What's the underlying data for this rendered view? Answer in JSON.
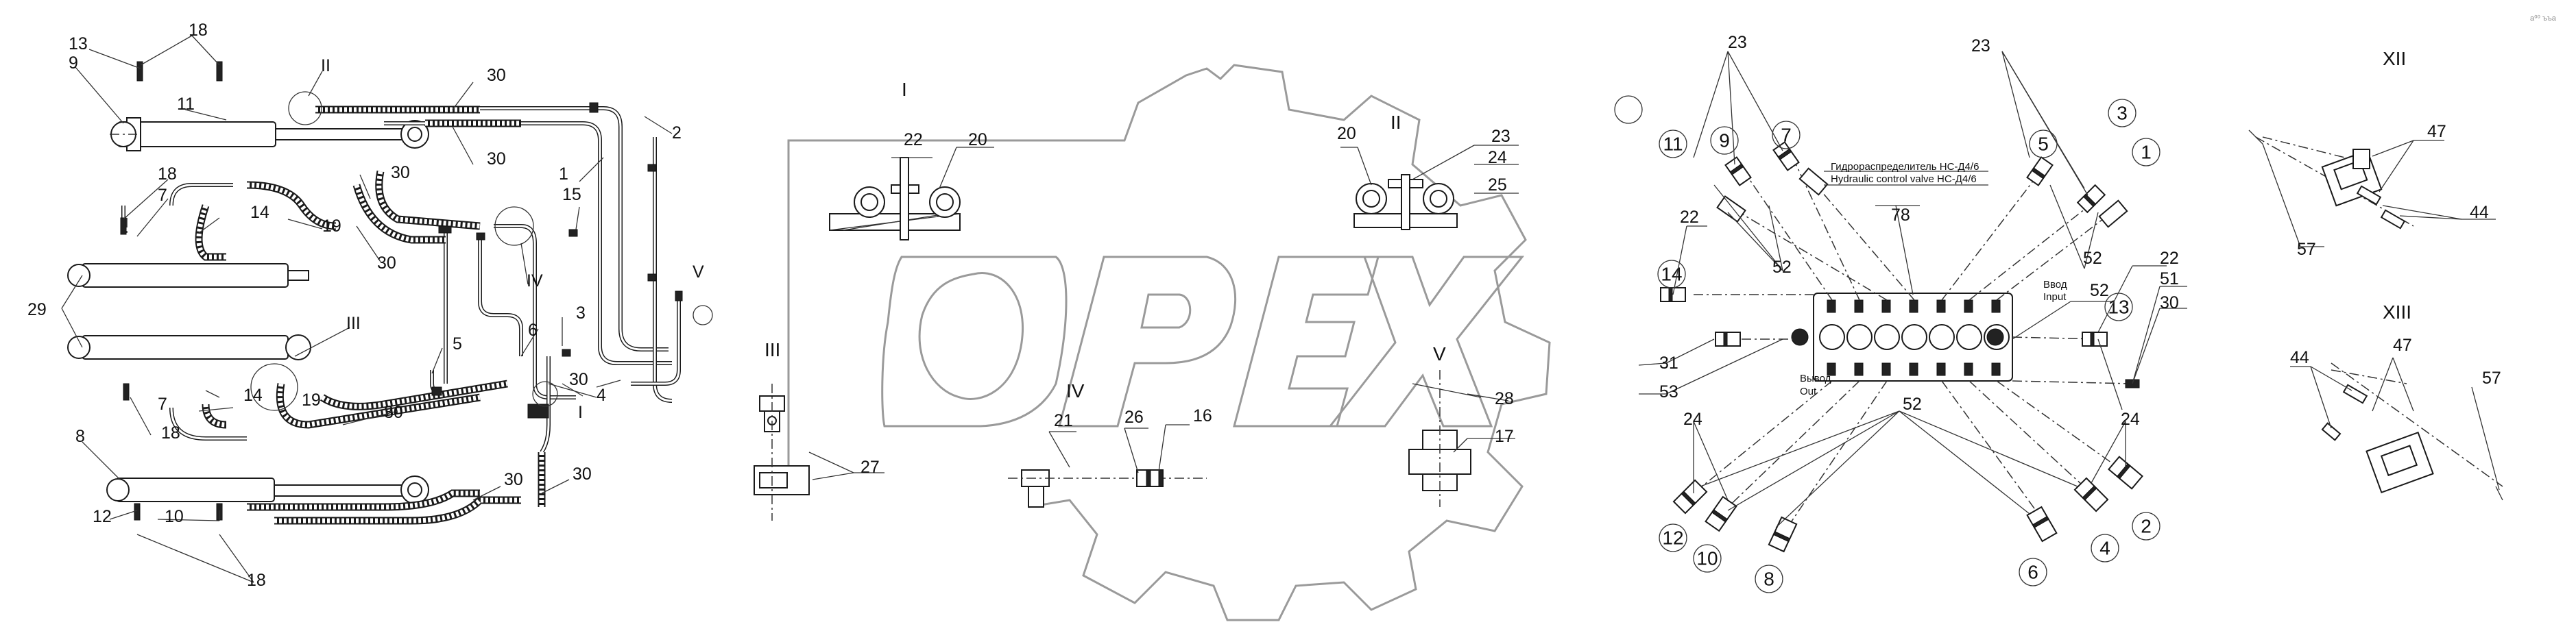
{
  "labels": {
    "view_I": "I",
    "view_II": "II",
    "view_III": "III",
    "view_IV": "IV",
    "view_V": "V",
    "view_XII": "XII",
    "view_XIII": "XIII",
    "n1": "1",
    "n2": "2",
    "n3": "3",
    "n4": "4",
    "n5": "5",
    "n6": "6",
    "n7": "7",
    "n8": "8",
    "n9": "9",
    "n10": "10",
    "n11": "11",
    "n12": "12",
    "n13": "13",
    "n14": "14",
    "n15": "15",
    "n16": "16",
    "n17": "17",
    "n18": "18",
    "n19": "19",
    "n20": "20",
    "n21": "21",
    "n22": "22",
    "n23": "23",
    "n24": "24",
    "n25": "25",
    "n26": "26",
    "n27": "27",
    "n28": "28",
    "n29": "29",
    "n30": "30",
    "n31": "31",
    "n44": "44",
    "n47": "47",
    "n51": "51",
    "n52": "52",
    "n53": "53",
    "n57": "57",
    "n78": "78"
  },
  "annotations": {
    "valve_ru": "Гидрораспределитель НС-Д4/6",
    "valve_en": "Hydraulic control valve НС-Д4/6",
    "input_ru": "Ввод",
    "input_en": "Input",
    "output_ru": "Вывод",
    "output_en": "Out"
  },
  "corner_text": "а⁰⁰ ъъа",
  "colors": {
    "line": "#1a1a1a",
    "watermark": "#9a9a9a",
    "background": "#ffffff"
  }
}
